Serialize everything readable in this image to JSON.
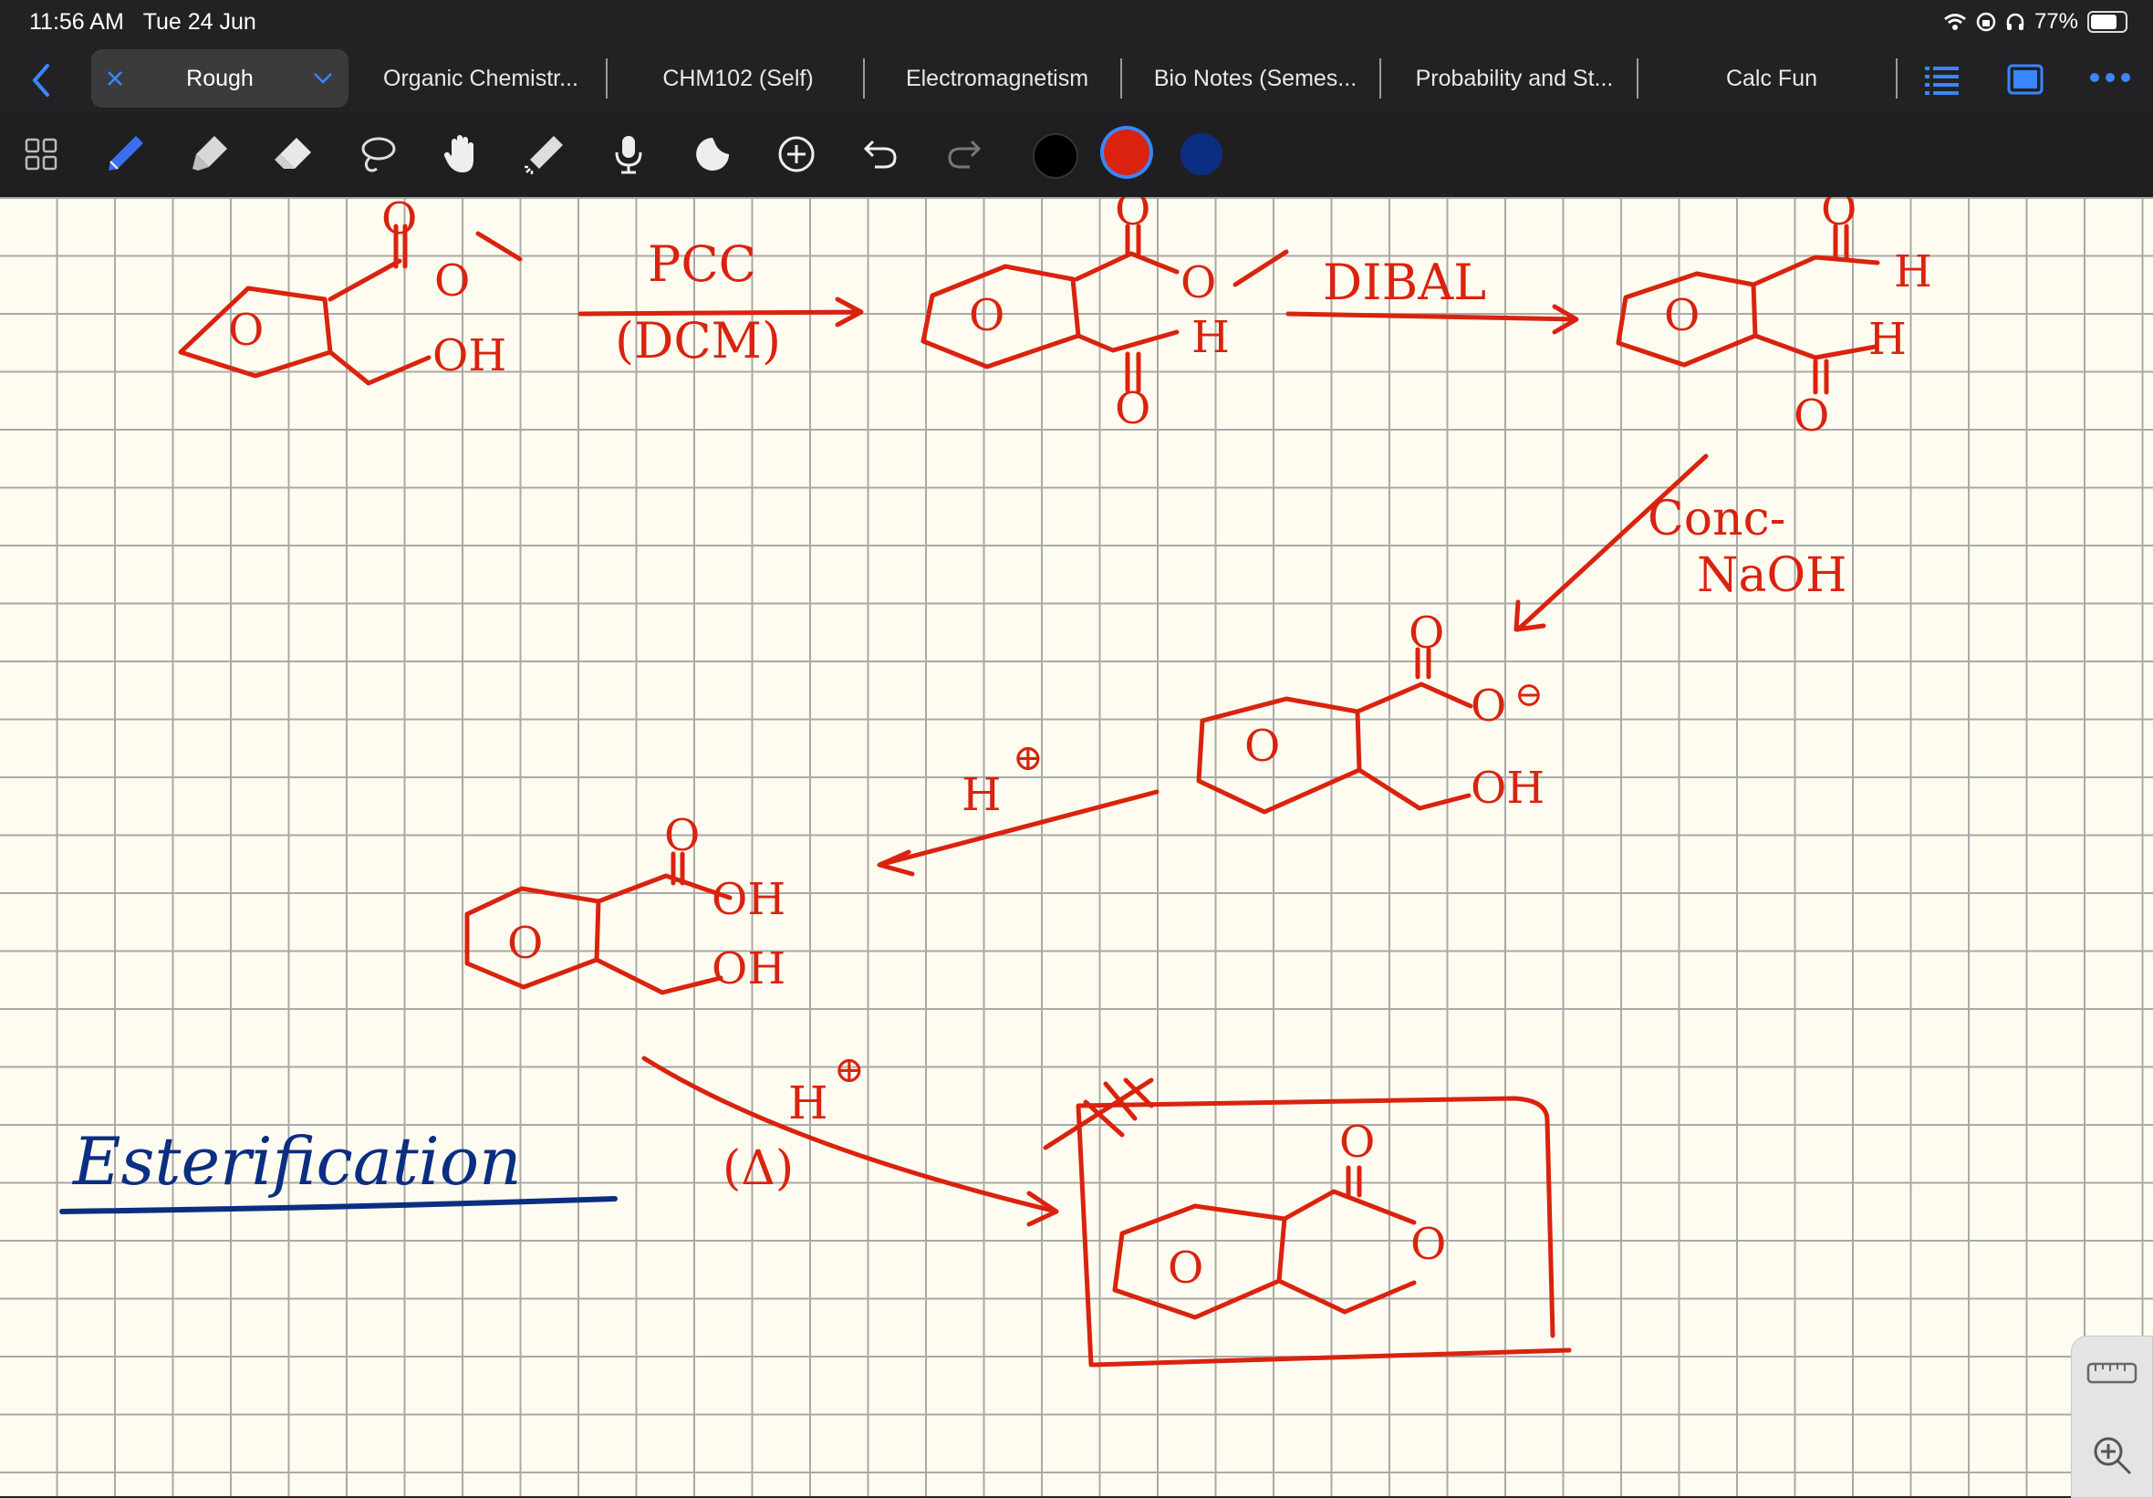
{
  "status": {
    "time": "11:56 AM",
    "date": "Tue 24 Jun",
    "battery": "77%"
  },
  "tabs": [
    {
      "label": "Rough",
      "active": true
    },
    {
      "label": "Organic Chemistr..."
    },
    {
      "label": "CHM102 (Self)"
    },
    {
      "label": "Electromagnetism"
    },
    {
      "label": "Bio Notes (Semes..."
    },
    {
      "label": "Probability and St..."
    },
    {
      "label": "Calc Fun"
    }
  ],
  "toolbar": {
    "tools": [
      "grid-view-icon",
      "pen-icon",
      "highlighter-icon",
      "eraser-icon",
      "lasso-icon",
      "hand-icon",
      "laser-pointer-icon",
      "microphone-icon",
      "sticker-icon",
      "add-icon",
      "undo-icon",
      "redo-icon"
    ],
    "colors": [
      "#000000",
      "#d9230f",
      "#0b2e82"
    ],
    "selected_color": "#d9230f"
  },
  "notes": {
    "reagent1": "PCC",
    "reagent1_solvent": "(DCM)",
    "reagent2": "DIBAL",
    "reagent3_line1": "Conc-",
    "reagent3_line2": "NaOH",
    "acid": "H",
    "heat": "(Δ)",
    "heading": "Esterification",
    "ring": "O",
    "oxygen": "O",
    "hydrogen": "H",
    "hydroxyl": "OH",
    "ester_o": "O",
    "carboxylate": "O"
  }
}
